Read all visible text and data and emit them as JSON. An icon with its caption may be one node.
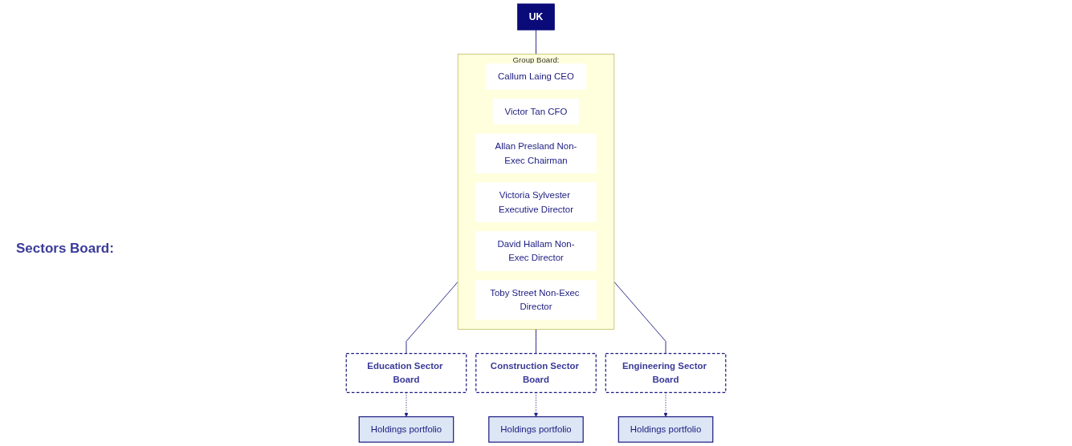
{
  "diagram": {
    "nodes": [
      {
        "text": [
          "UK"
        ]
      },
      {
        "text": [
          "Group Board:"
        ]
      },
      {
        "text": [
          "Callum Laing CEO"
        ],
        "in": 1
      },
      {
        "text": [
          "Victor Tan CFO"
        ],
        "in": 1
      },
      {
        "text": [
          "Allan Presland Non-Exec Chairman"
        ],
        "in": 1
      },
      {
        "text": [
          "Victoria Sylvester Executive Director"
        ],
        "in": 1
      },
      {
        "text": [
          "David Hallam Non-Exec Director"
        ],
        "in": 1
      },
      {
        "text": [
          "Toby Street Non-Exec Director"
        ],
        "in": 1
      },
      {
        "text": [
          "Education Sector Board"
        ]
      },
      {
        "text": [
          "Construction Sector Board"
        ]
      },
      {
        "text": [
          "Engineering Sector Board"
        ]
      },
      {
        "text": [
          "Holdings portfolio"
        ]
      },
      {
        "text": [
          "Holdings portfolio"
        ]
      },
      {
        "text": [
          "Holdings portfolio"
        ]
      }
    ],
    "edges": [
      {
        "from": 0,
        "to": 1,
        "arrow": "none"
      },
      {
        "from": 1,
        "to": 8,
        "arrow": "none"
      },
      {
        "from": 1,
        "to": 9,
        "arrow": "none"
      },
      {
        "from": 1,
        "to": 10,
        "arrow": "none"
      },
      {
        "from": 8,
        "to": 11,
        "arrow": "to",
        "style": "dashed"
      },
      {
        "from": 9,
        "to": 12,
        "arrow": "to",
        "style": "dashed"
      },
      {
        "from": 10,
        "to": 13,
        "arrow": "to",
        "style": "dashed"
      }
    ],
    "labels": [
      "Sectors Board:"
    ]
  }
}
